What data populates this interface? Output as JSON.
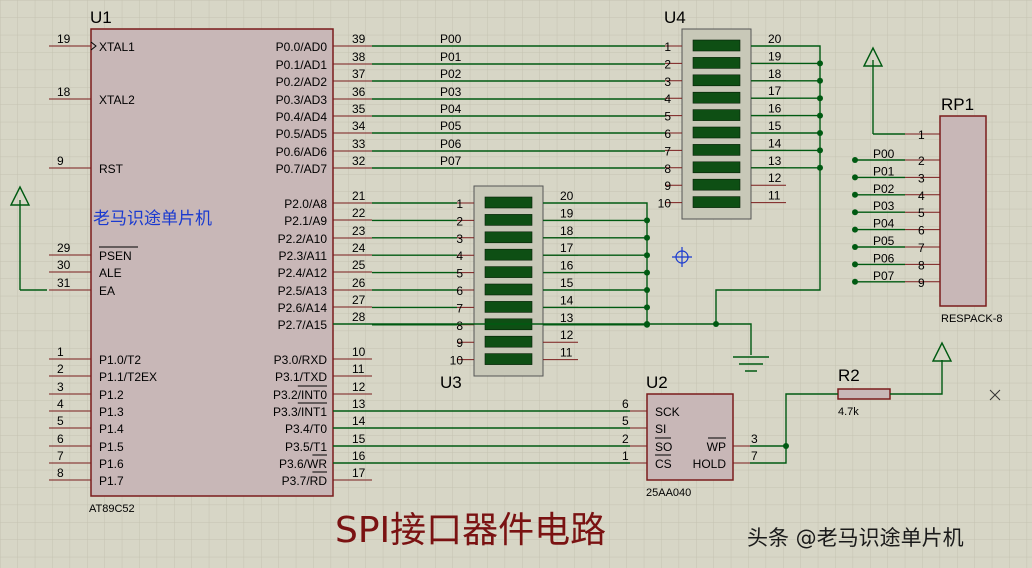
{
  "title": "SPI接口器件电路",
  "watermark": "老马识途单片机",
  "overlay": "头条 @老马识途单片机",
  "colors": {
    "background": "#d7d6c6",
    "grid": "#c4c3b1",
    "chip_fill": "#c8b7b7",
    "chip_stroke": "#7a1c1c",
    "wire": "#005a12",
    "title": "#7a1212",
    "bar_segment": "#0e4f14"
  },
  "u1": {
    "ref": "U1",
    "part": "AT89C52",
    "left_pins": [
      {
        "num": "19",
        "name": "XTAL1"
      },
      {
        "num": "18",
        "name": "XTAL2"
      },
      {
        "num": "9",
        "name": "RST"
      },
      {
        "num": "29",
        "name": "PSEN"
      },
      {
        "num": "30",
        "name": "ALE"
      },
      {
        "num": "31",
        "name": "EA"
      },
      {
        "num": "1",
        "name": "P1.0/T2"
      },
      {
        "num": "2",
        "name": "P1.1/T2EX"
      },
      {
        "num": "3",
        "name": "P1.2"
      },
      {
        "num": "4",
        "name": "P1.3"
      },
      {
        "num": "5",
        "name": "P1.4"
      },
      {
        "num": "6",
        "name": "P1.5"
      },
      {
        "num": "7",
        "name": "P1.6"
      },
      {
        "num": "8",
        "name": "P1.7"
      }
    ],
    "right_pins": [
      {
        "num": "39",
        "name": "P0.0/AD0"
      },
      {
        "num": "38",
        "name": "P0.1/AD1"
      },
      {
        "num": "37",
        "name": "P0.2/AD2"
      },
      {
        "num": "36",
        "name": "P0.3/AD3"
      },
      {
        "num": "35",
        "name": "P0.4/AD4"
      },
      {
        "num": "34",
        "name": "P0.5/AD5"
      },
      {
        "num": "33",
        "name": "P0.6/AD6"
      },
      {
        "num": "32",
        "name": "P0.7/AD7"
      },
      {
        "num": "21",
        "name": "P2.0/A8"
      },
      {
        "num": "22",
        "name": "P2.1/A9"
      },
      {
        "num": "23",
        "name": "P2.2/A10"
      },
      {
        "num": "24",
        "name": "P2.3/A11"
      },
      {
        "num": "25",
        "name": "P2.4/A12"
      },
      {
        "num": "26",
        "name": "P2.5/A13"
      },
      {
        "num": "27",
        "name": "P2.6/A14"
      },
      {
        "num": "28",
        "name": "P2.7/A15"
      },
      {
        "num": "10",
        "name": "P3.0/RXD"
      },
      {
        "num": "11",
        "name": "P3.1/TXD"
      },
      {
        "num": "12",
        "name": "P3.2/INT0"
      },
      {
        "num": "13",
        "name": "P3.3/INT1"
      },
      {
        "num": "14",
        "name": "P3.4/T0"
      },
      {
        "num": "15",
        "name": "P3.5/T1"
      },
      {
        "num": "16",
        "name": "P3.6/WR"
      },
      {
        "num": "17",
        "name": "P3.7/RD"
      }
    ]
  },
  "port0_nets": [
    "P00",
    "P01",
    "P02",
    "P03",
    "P04",
    "P05",
    "P06",
    "P07"
  ],
  "u4": {
    "ref": "U4",
    "left_nums": [
      "1",
      "2",
      "3",
      "4",
      "5",
      "6",
      "7",
      "8",
      "9",
      "10"
    ],
    "right_nums": [
      "20",
      "19",
      "18",
      "17",
      "16",
      "15",
      "14",
      "13",
      "12",
      "11"
    ]
  },
  "u3": {
    "ref": "U3",
    "left_nums": [
      "1",
      "2",
      "3",
      "4",
      "5",
      "6",
      "7",
      "8",
      "9",
      "10"
    ],
    "right_nums": [
      "20",
      "19",
      "18",
      "17",
      "16",
      "15",
      "14",
      "13",
      "12",
      "11"
    ]
  },
  "rp1": {
    "ref": "RP1",
    "part": "RESPACK-8",
    "pins": [
      {
        "num": "1",
        "net": ""
      },
      {
        "num": "2",
        "net": "P00"
      },
      {
        "num": "3",
        "net": "P01"
      },
      {
        "num": "4",
        "net": "P02"
      },
      {
        "num": "5",
        "net": "P03"
      },
      {
        "num": "6",
        "net": "P04"
      },
      {
        "num": "7",
        "net": "P05"
      },
      {
        "num": "8",
        "net": "P06"
      },
      {
        "num": "9",
        "net": "P07"
      }
    ]
  },
  "u2": {
    "ref": "U2",
    "part": "25AA040",
    "left_pins": [
      {
        "num": "6",
        "name": "SCK"
      },
      {
        "num": "5",
        "name": "SI"
      },
      {
        "num": "2",
        "name": "SO"
      },
      {
        "num": "1",
        "name": "CS"
      }
    ],
    "right_pins": [
      {
        "num": "3",
        "name": "WP"
      },
      {
        "num": "7",
        "name": "HOLD"
      }
    ]
  },
  "r2": {
    "ref": "R2",
    "value": "4.7k"
  }
}
